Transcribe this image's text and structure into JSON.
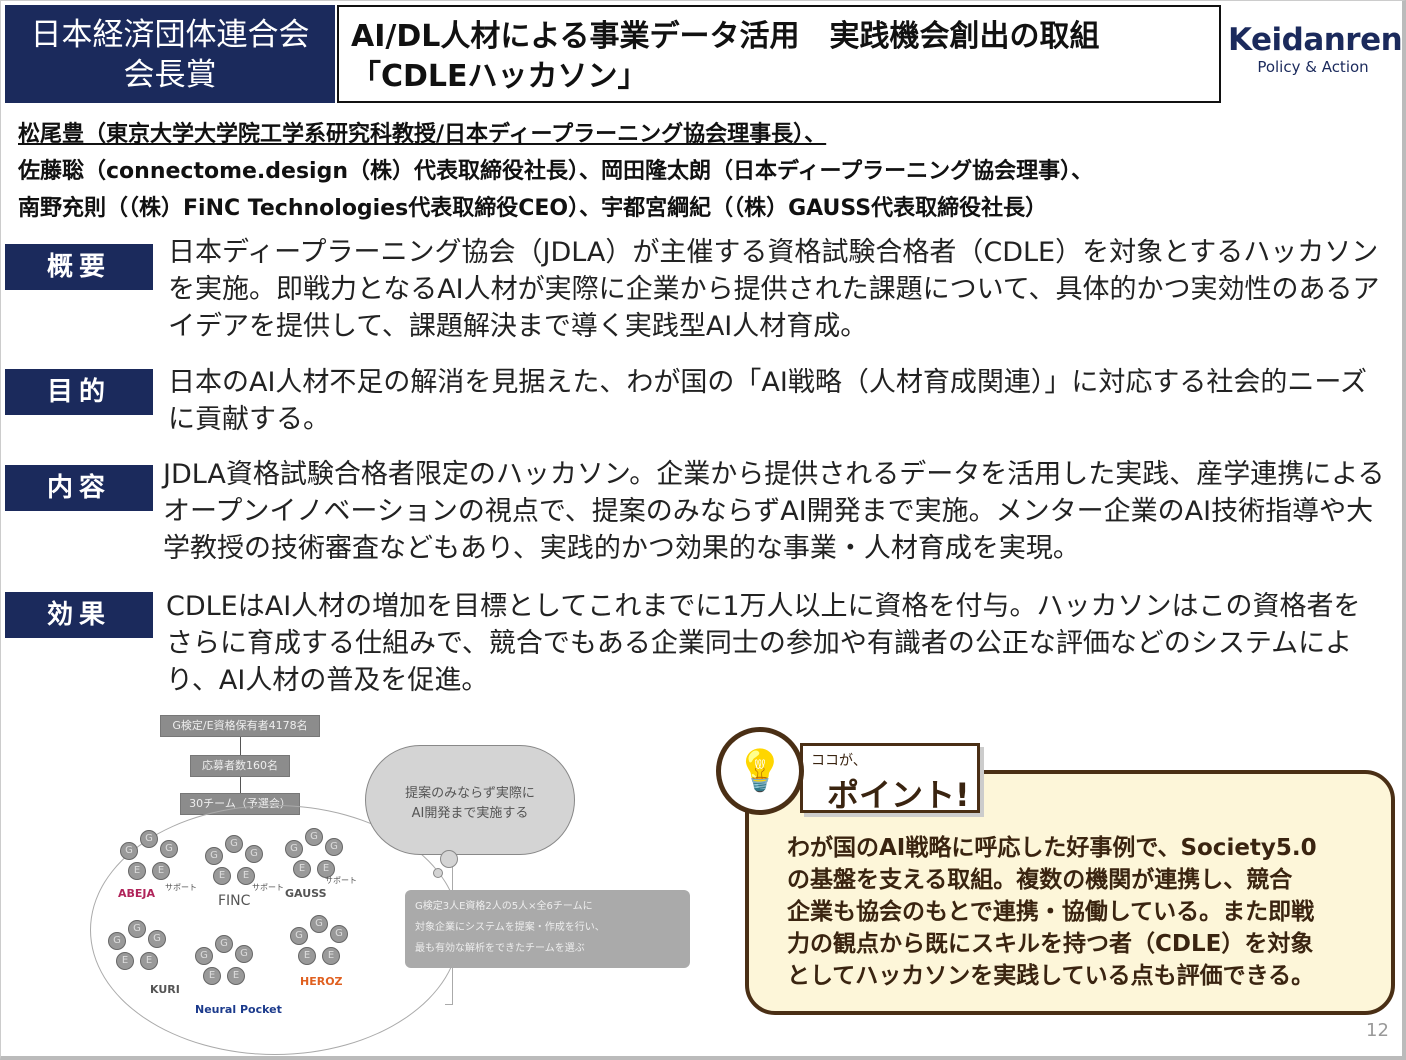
{
  "header": {
    "award": [
      "日本経済団体連合会",
      "会長賞"
    ],
    "title": [
      "AI/DL人材による事業データ活用　実践機会創出の取組",
      "「CDLEハッカソン」"
    ],
    "logo": {
      "name": "Keidanren",
      "tagline": "Policy & Action"
    }
  },
  "authors": [
    "松尾豊（東京大学大学院工学系研究科教授/日本ディープラーニング協会理事長）、",
    "佐藤聡（connectome.design（株）代表取締役社長）、岡田隆太朗（日本ディープラーニング協会理事）、",
    "南野充則（（株）FiNC Technologies代表取締役CEO）、宇都宮綱紀（（株）GAUSS代表取締役社長）"
  ],
  "sections": [
    {
      "label": "概要",
      "text": "日本ディープラーニング協会（JDLA）が主催する資格試験合格者（CDLE）を対象とするハッカソンを実施。即戦力となるAI人材が実際に企業から提供された課題について、具体的かつ実効性のあるアイデアを提供して、課題解決まで導く実践型AI人材育成。"
    },
    {
      "label": "目的",
      "text": "日本のAI人材不足の解消を見据えた、わが国の「AI戦略（人材育成関連）」に対応する社会的ニーズに貢献する。"
    },
    {
      "label": "内容",
      "text": "JDLA資格試験合格者限定のハッカソン。企業から提供されるデータを活用した実践、産学連携によるオープンイノベーションの視点で、提案のみならずAI開発まで実施。メンター企業のAI技術指導や大学教授の技術審査などもあり、実践的かつ効果的な事業・人材育成を実現。"
    },
    {
      "label": "効果",
      "text": "CDLEはAI人材の増加を目標としてこれまでに1万人以上に資格を付与。ハッカソンはこの資格者をさらに育成する仕組みで、競合でもある企業同士の参加や有識者の公正な評価などのシステムにより、AI人材の普及を促進。"
    }
  ],
  "diagram": {
    "flow": [
      "G検定/E資格保有者4178名",
      "応募者数160名",
      "30チーム（予選会）"
    ],
    "support": "サポート",
    "companies": [
      "ABEJA",
      "FINC",
      "GAUSS",
      "KURI",
      "Neural Pocket",
      "HEROZ"
    ],
    "cloud": [
      "提案のみならず実際に",
      "AI開発まで実施する"
    ],
    "graybox": [
      "G検定3人E資格2人の5人×全6チームに",
      "対象企業にシステムを提案・作成を行い、",
      "最も有効な解析をできたチームを選ぶ"
    ]
  },
  "point": {
    "small": "ココが、",
    "big": "ポイント!",
    "text": [
      "わが国のAI戦略に呼応した好事例で、Society5.0",
      "の基盤を支える取組。複数の機関が連携し、競合",
      "企業も協会のもとで連携・協働している。また即戦",
      "力の観点から既にスキルを持つ者（CDLE）を対象",
      "としてハッカソンを実践している点も評価できる。"
    ]
  },
  "page_number": "12"
}
